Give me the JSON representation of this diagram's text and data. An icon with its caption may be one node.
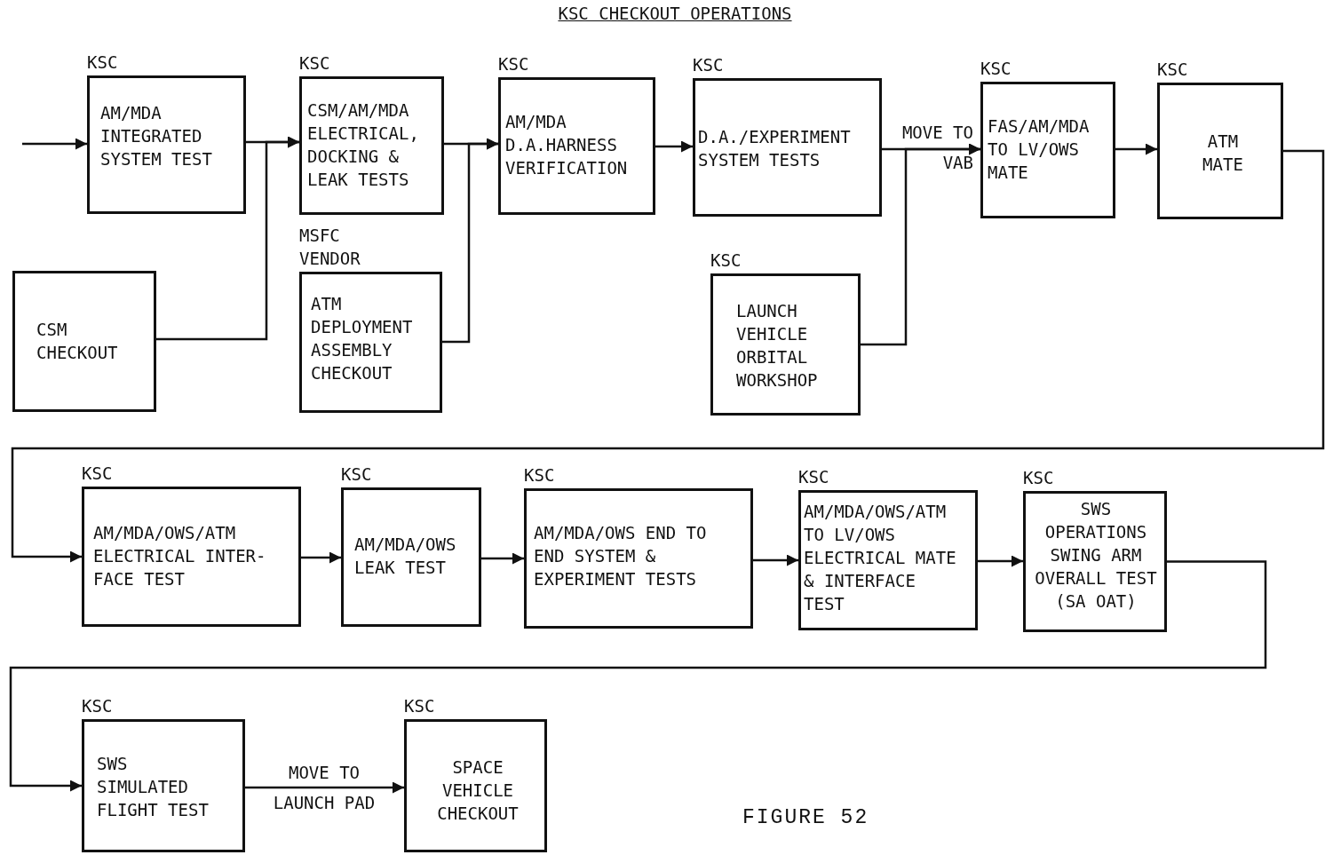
{
  "diagram": {
    "title": "KSC CHECKOUT OPERATIONS",
    "caption": "FIGURE 52",
    "nodes": [
      {
        "text": [
          "KSC",
          "AM/MDA INTEGRATED SYSTEM TEST"
        ]
      },
      {
        "text": [
          "CSM CHECKOUT"
        ]
      },
      {
        "text": [
          "KSC",
          "CSM/AM/MDA ELECTRICAL, DOCKING & LEAK TESTS"
        ]
      },
      {
        "text": [
          "MSFC VENDOR",
          "ATM DEPLOYMENT ASSEMBLY CHECKOUT"
        ]
      },
      {
        "text": [
          "KSC",
          "AM/MDA D.A.HARNESS VERIFICATION"
        ]
      },
      {
        "text": [
          "KSC",
          "D.A./EXPERIMENT SYSTEM TESTS"
        ]
      },
      {
        "text": [
          "KSC",
          "LAUNCH VEHICLE ORBITAL WORKSHOP"
        ]
      },
      {
        "text": [
          "KSC",
          "FAS/AM/MDA TO LV/OWS MATE"
        ]
      },
      {
        "text": [
          "KSC",
          "ATM MATE"
        ]
      },
      {
        "text": [
          "KSC",
          "AM/MDA/OWS/ATM ELECTRICAL INTER- FACE TEST"
        ]
      },
      {
        "text": [
          "KSC",
          "AM/MDA/OWS LEAK TEST"
        ]
      },
      {
        "text": [
          "KSC",
          "AM/MDA/OWS END TO END SYSTEM & EXPERIMENT TESTS"
        ]
      },
      {
        "text": [
          "KSC",
          "AM/MDA/OWS/ATM TO LV/OWS ELECTRICAL MATE & INTERFACE TEST"
        ]
      },
      {
        "text": [
          "KSC",
          "SWS OPERATIONS SWING ARM OVERALL TEST (SA OAT)"
        ]
      },
      {
        "text": [
          "KSC",
          "SWS SIMULATED FLIGHT TEST"
        ]
      },
      {
        "text": [
          "KSC",
          "SPACE VEHICLE CHECKOUT"
        ]
      }
    ],
    "edges": [
      {
        "from": null,
        "to": 0,
        "arrow": "to"
      },
      {
        "from": 0,
        "to": 2,
        "arrow": "to"
      },
      {
        "from": 1,
        "to": 2,
        "arrow": "to"
      },
      {
        "from": 2,
        "to": 4,
        "arrow": "to"
      },
      {
        "from": 3,
        "to": 4,
        "arrow": "to"
      },
      {
        "from": 4,
        "to": 5,
        "arrow": "to"
      },
      {
        "from": 5,
        "to": 7,
        "arrow": "to",
        "label": "MOVE TO VAB"
      },
      {
        "from": 6,
        "to": 7,
        "arrow": "to"
      },
      {
        "from": 7,
        "to": 8,
        "arrow": "to"
      },
      {
        "from": 8,
        "to": 9,
        "arrow": "to"
      },
      {
        "from": 9,
        "to": 10,
        "arrow": "to"
      },
      {
        "from": 10,
        "to": 11,
        "arrow": "to"
      },
      {
        "from": 11,
        "to": 12,
        "arrow": "to"
      },
      {
        "from": 12,
        "to": 13,
        "arrow": "to"
      },
      {
        "from": 13,
        "to": 14,
        "arrow": "to"
      },
      {
        "from": 14,
        "to": 15,
        "arrow": "to",
        "label": "MOVE TO LAUNCH PAD"
      }
    ]
  }
}
